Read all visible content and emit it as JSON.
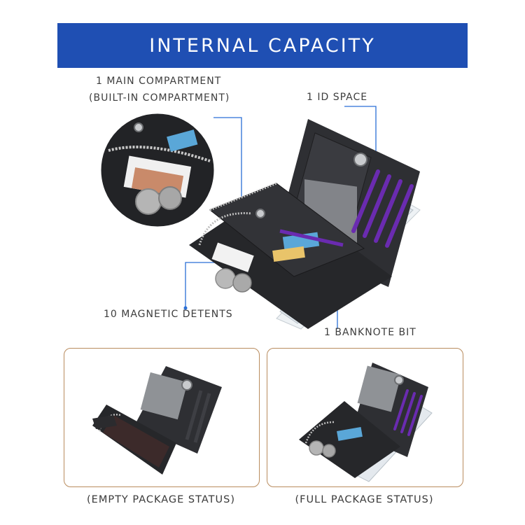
{
  "banner": {
    "title": "INTERNAL CAPACITY"
  },
  "callouts": {
    "main_compartment_line1": "1 MAIN COMPARTMENT",
    "main_compartment_line2": "(BUILT-IN COMPARTMENT)",
    "id_space": "1 ID SPACE",
    "magnetic_detents": "10 MAGNETIC DETENTS",
    "banknote_bit": "1 BANKNOTE BIT"
  },
  "captions": {
    "empty": "(EMPTY PACKAGE STATUS)",
    "full": "(FULL PACKAGE STATUS)"
  },
  "colors": {
    "banner": "#1f4fb3",
    "callout_line": "#2a6fd6",
    "panel_border": "#b98c5e",
    "wallet_leather": "#2b2b2e",
    "card_slot_accent": "#6a2bb0"
  }
}
